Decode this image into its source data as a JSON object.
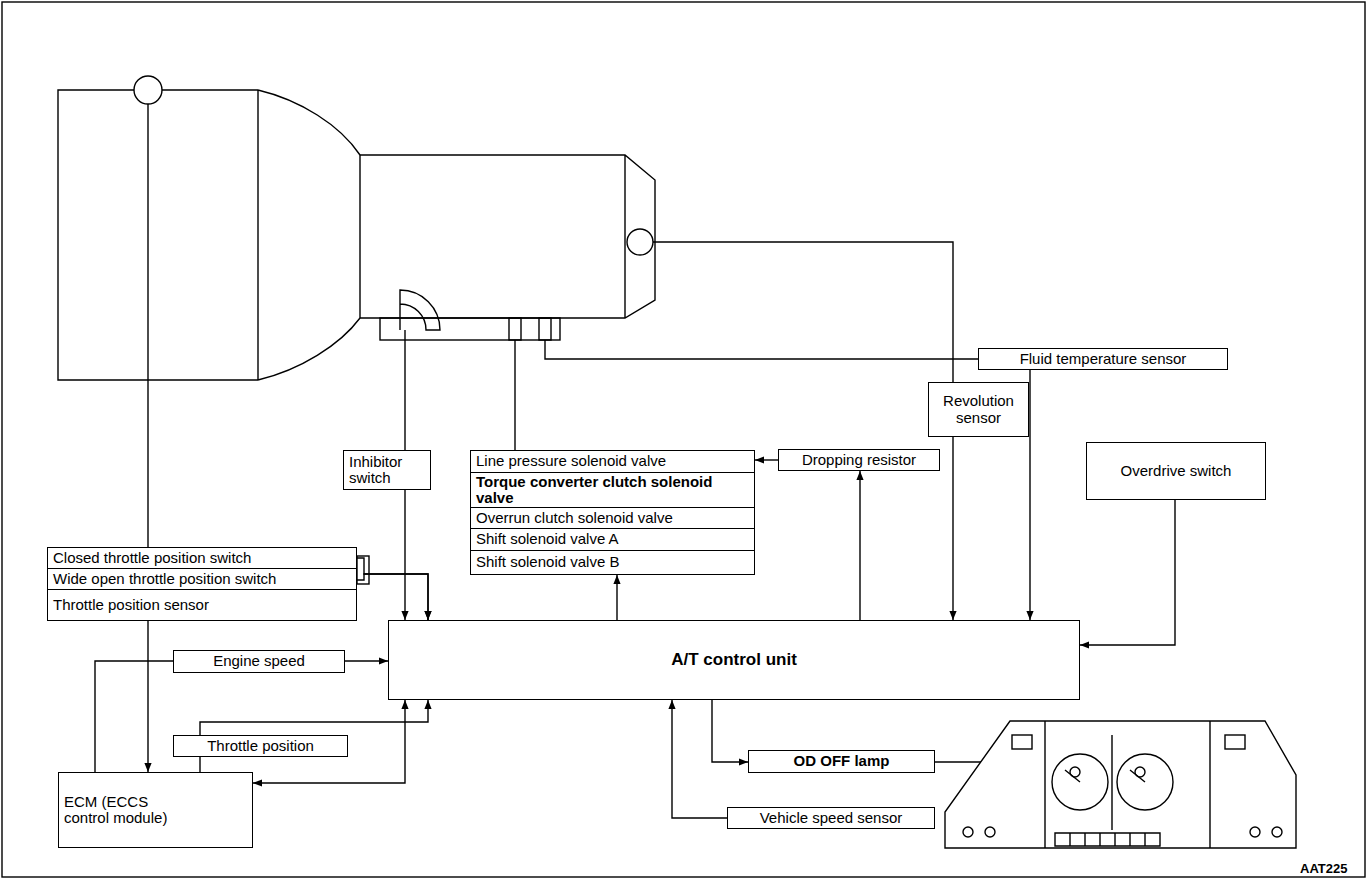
{
  "diagram": {
    "nodes": [
      {
        "text": [
          "Fluid temperature sensor"
        ]
      },
      {
        "text": [
          "Revolution sensor"
        ]
      },
      {
        "text": [
          "Overdrive switch"
        ]
      },
      {
        "text": [
          "Inhibitor switch"
        ]
      },
      {
        "text": [
          "Line pressure solenoid valve"
        ]
      },
      {
        "text": [
          "Torque converter clutch solenoid valve"
        ]
      },
      {
        "text": [
          "Overrun clutch solenoid valve"
        ]
      },
      {
        "text": [
          "Shift solenoid valve A"
        ]
      },
      {
        "text": [
          "Shift solenoid valve B"
        ]
      },
      {
        "text": [
          "Dropping resistor"
        ]
      },
      {
        "text": [
          "Closed throttle position switch"
        ]
      },
      {
        "text": [
          "Wide open throttle position switch"
        ]
      },
      {
        "text": [
          "Throttle position sensor"
        ]
      },
      {
        "text": [
          "A/T control unit"
        ]
      },
      {
        "text": [
          "Engine speed"
        ]
      },
      {
        "text": [
          "Throttle position"
        ]
      },
      {
        "text": [
          "ECM (ECCS control module)"
        ]
      },
      {
        "text": [
          "OD OFF lamp"
        ]
      },
      {
        "text": [
          "Vehicle speed sensor"
        ]
      }
    ],
    "edges": [
      {
        "from": 0,
        "to": 13,
        "arrow": "to"
      },
      {
        "from": 1,
        "to": 13,
        "arrow": "to"
      },
      {
        "from": 2,
        "to": 13,
        "arrow": "to"
      },
      {
        "from": 3,
        "to": 13,
        "arrow": "to"
      },
      {
        "from": 13,
        "to": 8,
        "arrow": "to"
      },
      {
        "from": 13,
        "to": 9,
        "arrow": "to"
      },
      {
        "from": 9,
        "to": 4,
        "arrow": "to"
      },
      {
        "from": 10,
        "to": 13,
        "arrow": "to"
      },
      {
        "from": 11,
        "to": 13,
        "arrow": "to"
      },
      {
        "from": 12,
        "to": 16,
        "arrow": "to"
      },
      {
        "from": 16,
        "to": 14,
        "arrow": "none"
      },
      {
        "from": 14,
        "to": 13,
        "arrow": "to"
      },
      {
        "from": 16,
        "to": 15,
        "arrow": "none"
      },
      {
        "from": 15,
        "to": 13,
        "arrow": "to"
      },
      {
        "from": 13,
        "to": 16,
        "arrow": "both"
      },
      {
        "from": 13,
        "to": 17,
        "arrow": "to"
      },
      {
        "from": 18,
        "to": 13,
        "arrow": "to"
      }
    ],
    "labels": [
      "AAT225"
    ]
  }
}
